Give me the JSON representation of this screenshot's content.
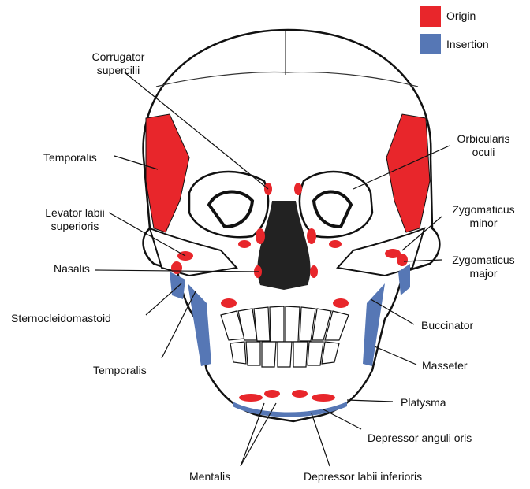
{
  "legend": {
    "items": [
      {
        "label": "Origin",
        "color": "#e8262b"
      },
      {
        "label": "Insertion",
        "color": "#5677b5"
      }
    ]
  },
  "labels": {
    "corrugator": [
      "Corrugator",
      "supercilii"
    ],
    "orbicularis": [
      "Orbicularis",
      "oculi"
    ],
    "temporalis_upper": "Temporalis",
    "levator": [
      "Levator labii",
      "superioris"
    ],
    "zygomaticus_minor": [
      "Zygomaticus",
      "minor"
    ],
    "nasalis": "Nasalis",
    "zygomaticus_major": [
      "Zygomaticus",
      "major"
    ],
    "sternocleidomastoid": "Sternocleidomastoid",
    "buccinator": "Buccinator",
    "temporalis_lower": "Temporalis",
    "masseter": "Masseter",
    "platysma": "Platysma",
    "depressor_anguli": "Depressor anguli oris",
    "mentalis": "Mentalis",
    "depressor_labii": "Depressor labii inferioris"
  }
}
